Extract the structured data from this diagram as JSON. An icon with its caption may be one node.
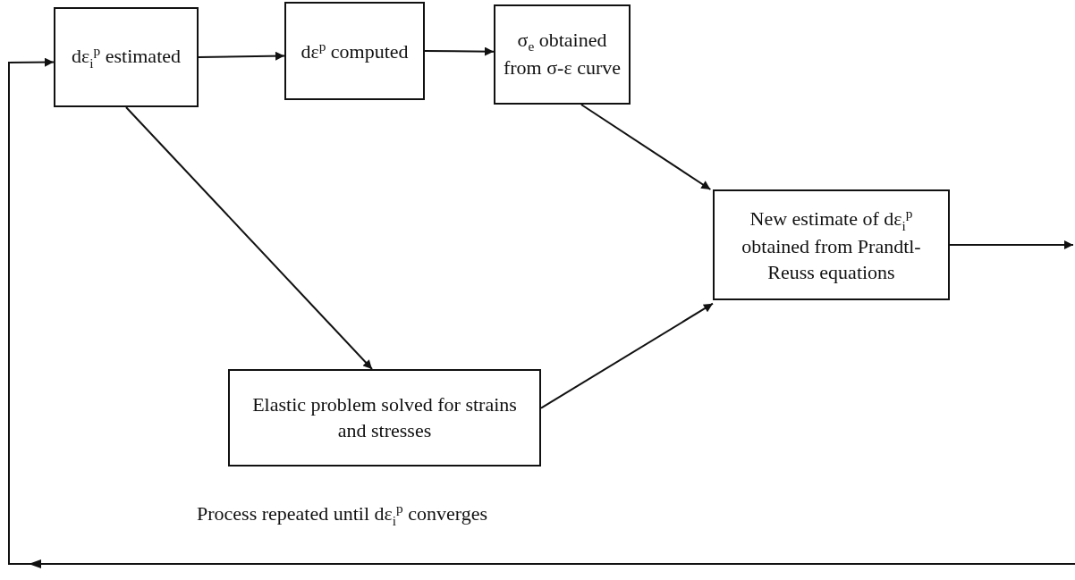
{
  "diagram": {
    "nodes": [
      {
        "text": [
          "dε$_{i}$$^{p}$ estimated"
        ]
      },
      {
        "text": [
          "dε$^{p}$ computed"
        ]
      },
      {
        "text": [
          "σ$_{e}$ obtained from σ-ε curve"
        ]
      },
      {
        "text": [
          "New estimate of dε$_{i}$$^{p}$ obtained from Prandtl-Reuss equations"
        ]
      },
      {
        "text": [
          "Elastic problem solved for strains and stresses"
        ]
      }
    ],
    "edges": [
      {
        "from": 0,
        "to": 1,
        "arrow": "to"
      },
      {
        "from": 1,
        "to": 2,
        "arrow": "to"
      },
      {
        "from": 2,
        "to": 3,
        "arrow": "to"
      },
      {
        "from": 0,
        "to": 4,
        "arrow": "to"
      },
      {
        "from": 4,
        "to": 3,
        "arrow": "to"
      },
      {
        "from": 3,
        "to": null,
        "arrow": "to"
      },
      {
        "from": null,
        "to": 0,
        "arrow": "to"
      }
    ],
    "labels": [
      "Process repeated until dε$_{i}$$^{p}$ converges"
    ]
  }
}
